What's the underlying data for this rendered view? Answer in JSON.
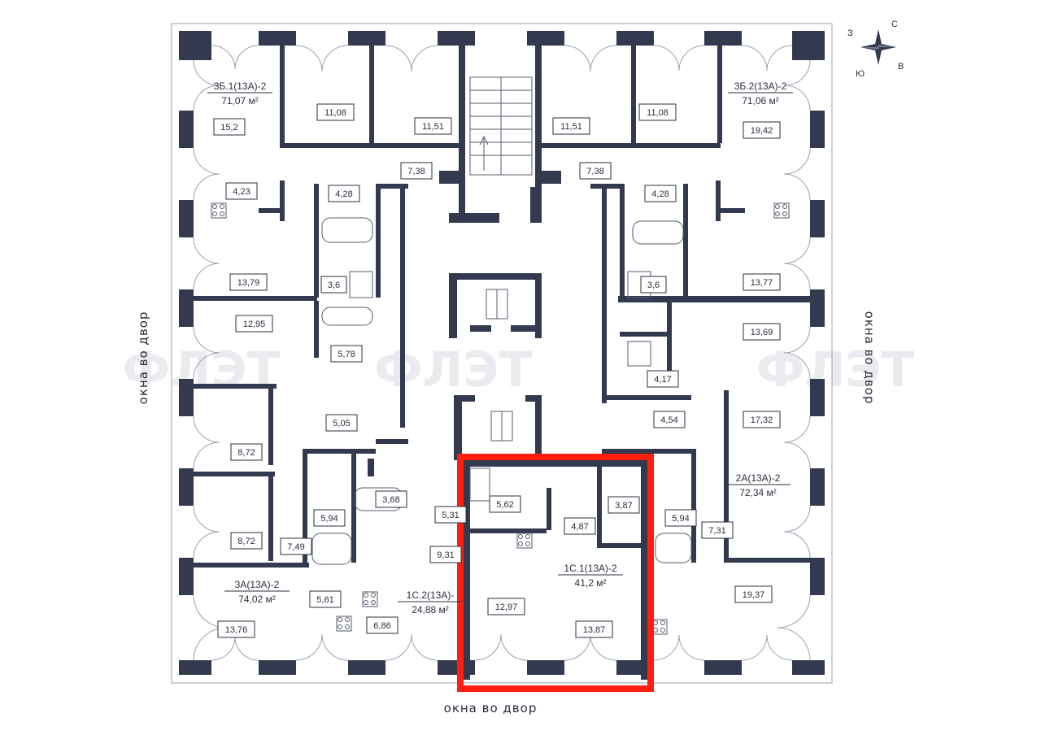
{
  "compass": {
    "north": "С",
    "east": "В",
    "south": "Ю",
    "west": "З"
  },
  "sides": {
    "left": "окна во двор",
    "right": "окна во двор",
    "bottom": "окна во двор"
  },
  "watermark": "ФЛЭТ",
  "colors": {
    "wall": "#333a4f",
    "highlight": "#ff1e0f",
    "bg": "#ffffff",
    "window": "#2f3650"
  },
  "apartments": [
    {
      "id": "3b1",
      "name": "3Б.1(13А)-2",
      "area": "71,07 м²"
    },
    {
      "id": "3b2",
      "name": "3Б.2(13А)-2",
      "area": "71,06 м²"
    },
    {
      "id": "2a",
      "name": "2А(13А)-2",
      "area": "72,34 м²"
    },
    {
      "id": "3a",
      "name": "3А(13А)-2",
      "area": "74,02 м²"
    },
    {
      "id": "1c2",
      "name": "1С.2(13А)-",
      "area": "24,88 м²"
    },
    {
      "id": "1c1",
      "name": "1С.1(13А)-2",
      "area": "41,2 м²"
    }
  ],
  "rooms": [
    "15,2",
    "11,08",
    "11,51",
    "7,38",
    "4,23",
    "4,28",
    "13,79",
    "3,6",
    "12,95",
    "5,78",
    "5,05",
    "8,72",
    "8,72",
    "5,94",
    "3,68",
    "7,49",
    "5,61",
    "6,86",
    "13,76",
    "11,51",
    "11,08",
    "19,42",
    "7,38",
    "4,28",
    "3,6",
    "13,77",
    "13,69",
    "4,17",
    "4,54",
    "17,32",
    "5,94",
    "7,31",
    "19,37",
    "5,31",
    "9,31",
    "5,62",
    "4,87",
    "3,87",
    "12,97",
    "13,87"
  ]
}
